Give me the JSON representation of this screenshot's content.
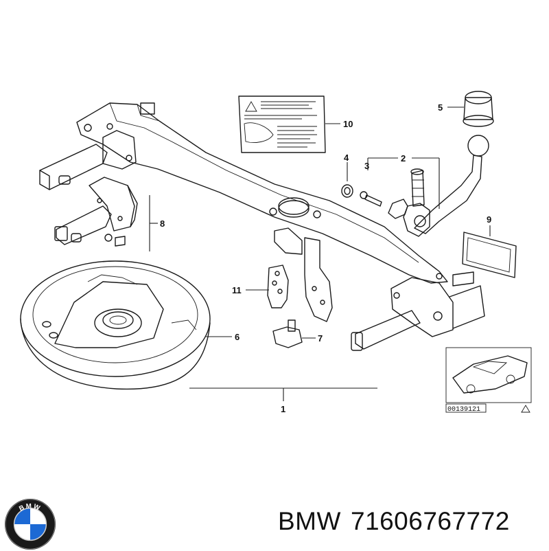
{
  "diagram": {
    "callouts": [
      {
        "id": "1",
        "text": "1"
      },
      {
        "id": "2",
        "text": "2"
      },
      {
        "id": "3",
        "text": "3"
      },
      {
        "id": "4",
        "text": "4"
      },
      {
        "id": "5",
        "text": "5"
      },
      {
        "id": "6",
        "text": "6"
      },
      {
        "id": "7",
        "text": "7"
      },
      {
        "id": "8",
        "text": "8"
      },
      {
        "id": "9",
        "text": "9"
      },
      {
        "id": "10",
        "text": "10"
      },
      {
        "id": "11",
        "text": "11"
      }
    ],
    "reference_code": "00139121",
    "colors": {
      "line": "#1a1a1a",
      "background": "#ffffff",
      "logo_blue": "#1c69d4"
    }
  },
  "footer": {
    "brand": "BMW",
    "part_number": "71606767772"
  },
  "logo": {
    "text": "BMW",
    "icon": "bmw-roundel-icon"
  }
}
